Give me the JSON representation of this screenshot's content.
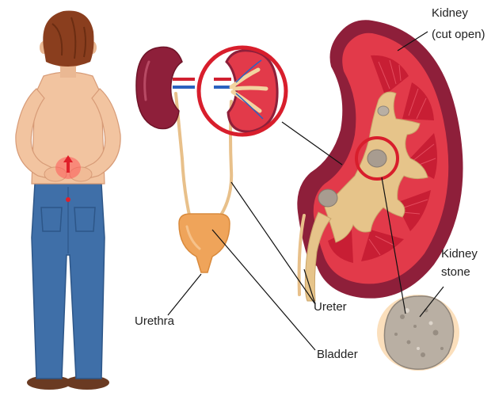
{
  "labels": {
    "kidney": "Kidney",
    "kidney_detail": "(cut open)",
    "kidney_stone_line1": "Kidney",
    "kidney_stone_line2": "stone",
    "ureter": "Ureter",
    "urethra": "Urethra",
    "bladder": "Bladder"
  },
  "colors": {
    "kidney_outer": "#8e1f3a",
    "kidney_cortex": "#e23a4a",
    "pelvis": "#e6c48a",
    "highlight_ring": "#d81e2c",
    "skin": "#f2c4a0",
    "hair": "#8a3e1e",
    "jeans": "#3f6fa8",
    "stone": "#b9afa3",
    "leader_line": "#111111"
  }
}
